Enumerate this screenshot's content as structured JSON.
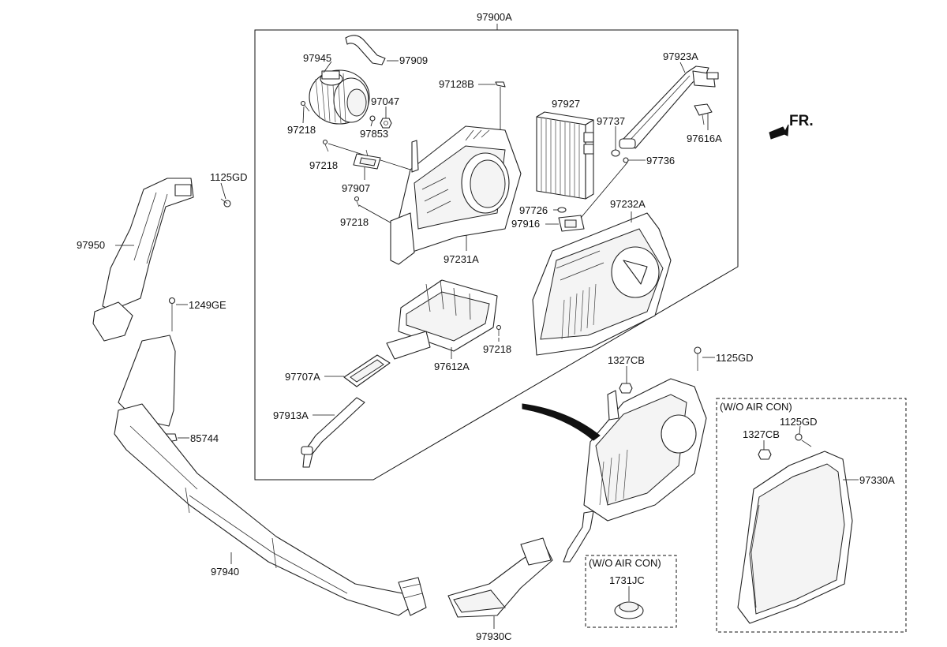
{
  "callouts": {
    "assembly_main": "97900A",
    "p97945": "97945",
    "p97909": "97909",
    "p97128B": "97128B",
    "p97923A": "97923A",
    "p97927": "97927",
    "p97737": "97737",
    "p97047": "97047",
    "p97853": "97853",
    "p97218_a": "97218",
    "p97218_b": "97218",
    "p97218_c": "97218",
    "p97218_d": "97218",
    "p97907": "97907",
    "p97616A": "97616A",
    "p97736": "97736",
    "p97726": "97726",
    "p97916": "97916",
    "p97232A": "97232A",
    "p97231A": "97231A",
    "p97612A": "97612A",
    "p97707A": "97707A",
    "p97913A": "97913A",
    "p1125GD_a": "1125GD",
    "p1125GD_b": "1125GD",
    "p1125GD_c": "1125GD",
    "p97950": "97950",
    "p1249GE": "1249GE",
    "p85744": "85744",
    "p1327CB_a": "1327CB",
    "p1327CB_b": "1327CB",
    "p97330A": "97330A",
    "p1731JC": "1731JC",
    "p97940": "97940",
    "p97930C": "97930C"
  },
  "notes": {
    "wo_aircon_right": "(W/O AIR CON)",
    "wo_aircon_bottom": "(W/O AIR CON)"
  },
  "direction": {
    "label": "FR."
  }
}
